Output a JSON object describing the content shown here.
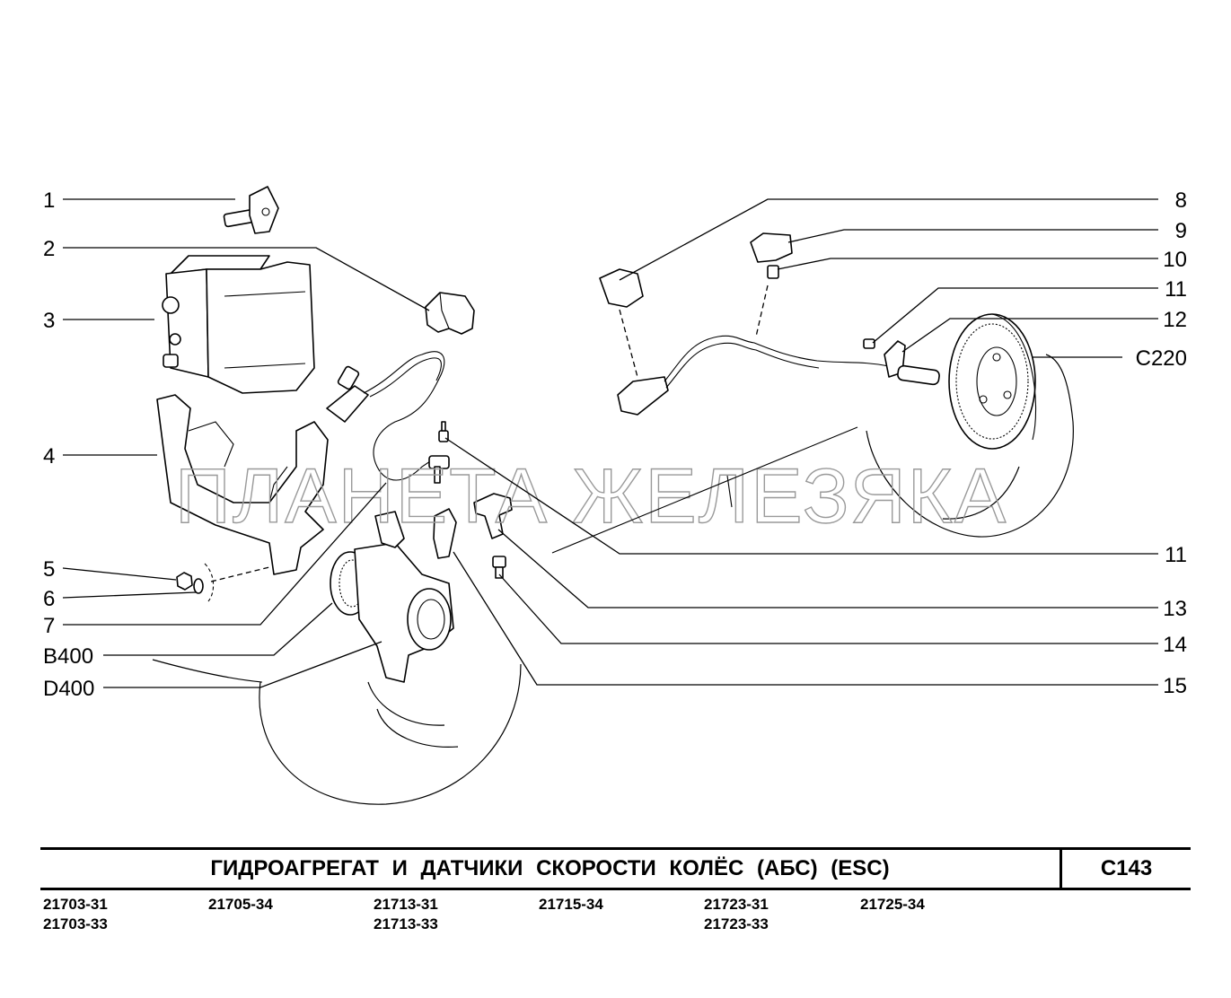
{
  "callouts_left": [
    "1",
    "2",
    "3",
    "4",
    "5",
    "6",
    "7",
    "B400",
    "D400"
  ],
  "callouts_right": [
    "8",
    "9",
    "10",
    "11",
    "12",
    "C220",
    "11",
    "13",
    "14",
    "15"
  ],
  "watermark": "ПЛАНЕТА ЖЕЛЕЗЯКА",
  "title": "ГИДРОАГРЕГАТ И ДАТЧИКИ СКОРОСТИ КОЛЁС (АБС) (ESC)",
  "page_code": "C143",
  "models": [
    [
      "21703-31",
      "21703-33"
    ],
    [
      "21705-34"
    ],
    [
      "21713-31",
      "21713-33"
    ],
    [
      "21715-34"
    ],
    [
      "21723-31",
      "21723-33"
    ],
    [
      "21725-34"
    ]
  ]
}
